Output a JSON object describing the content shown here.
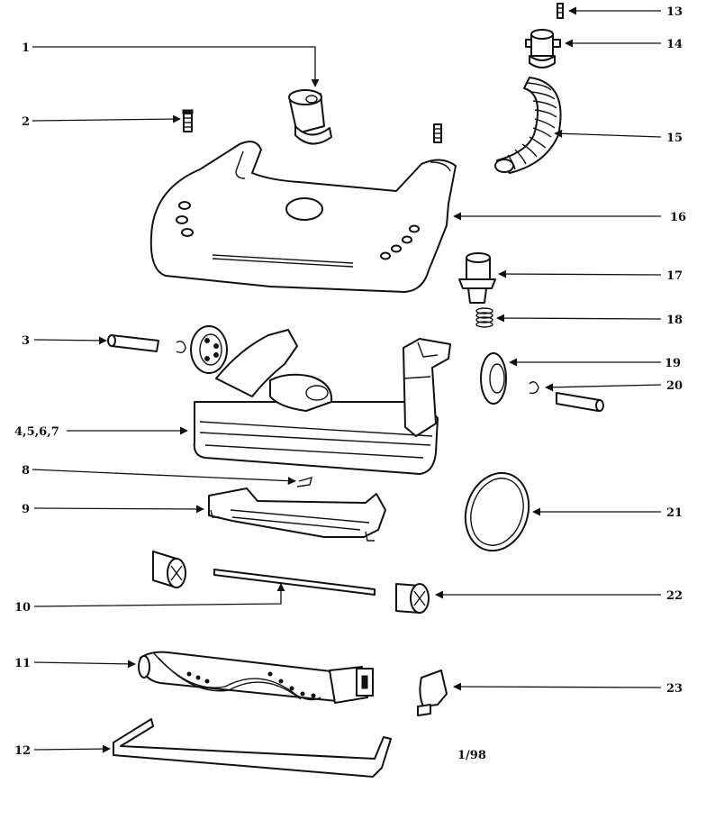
{
  "diagram": {
    "labels": [
      {
        "id": "1",
        "text": "1"
      },
      {
        "id": "2",
        "text": "2"
      },
      {
        "id": "3",
        "text": "3"
      },
      {
        "id": "4-7",
        "text": "4,5,6,7"
      },
      {
        "id": "8",
        "text": "8"
      },
      {
        "id": "9",
        "text": "9"
      },
      {
        "id": "10",
        "text": "10"
      },
      {
        "id": "11",
        "text": "11"
      },
      {
        "id": "12",
        "text": "12"
      },
      {
        "id": "13",
        "text": "13"
      },
      {
        "id": "14",
        "text": "14"
      },
      {
        "id": "15",
        "text": "15"
      },
      {
        "id": "16",
        "text": "16"
      },
      {
        "id": "17",
        "text": "17"
      },
      {
        "id": "18",
        "text": "18"
      },
      {
        "id": "19",
        "text": "19"
      },
      {
        "id": "20",
        "text": "20"
      },
      {
        "id": "21",
        "text": "21"
      },
      {
        "id": "22",
        "text": "22"
      },
      {
        "id": "23",
        "text": "23"
      }
    ],
    "date_note": "1/98"
  }
}
